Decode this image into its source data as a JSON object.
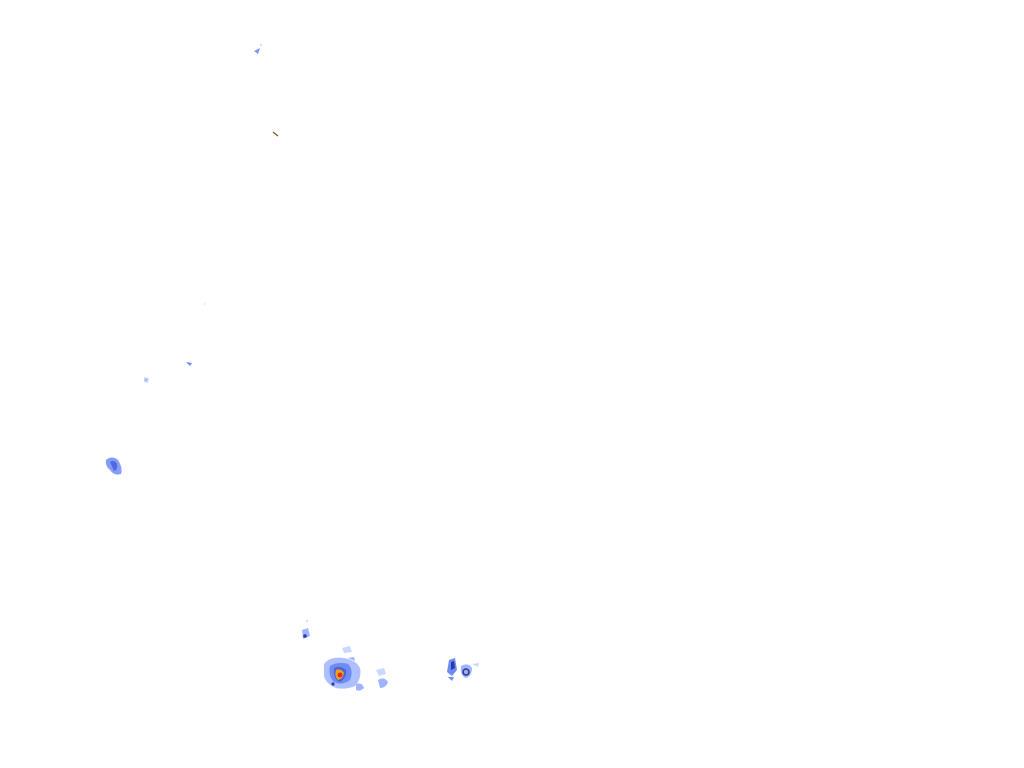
{
  "overlay": {
    "type": "weather-radar-reflectivity",
    "background_color": "#ffffff",
    "palette": {
      "light": "#c9d8ff",
      "medium_light": "#9fb4ff",
      "medium": "#6f8cf5",
      "medium_dark": "#4a63e0",
      "dark": "#2a3aa8",
      "heavy": "#f2a21a",
      "intense": "#d8321e",
      "trace": "#8a5a2a"
    },
    "cells": [
      {
        "id": "north-speck",
        "intensity": "medium"
      },
      {
        "id": "north-trace",
        "intensity": "trace"
      },
      {
        "id": "west-speck-1",
        "intensity": "light"
      },
      {
        "id": "west-speck-2",
        "intensity": "medium"
      },
      {
        "id": "west-patch",
        "intensity": "medium_dark"
      },
      {
        "id": "south-small",
        "intensity": "dark"
      },
      {
        "id": "south-main-cluster",
        "intensity": "intense"
      },
      {
        "id": "south-east-cluster",
        "intensity": "dark"
      }
    ]
  }
}
